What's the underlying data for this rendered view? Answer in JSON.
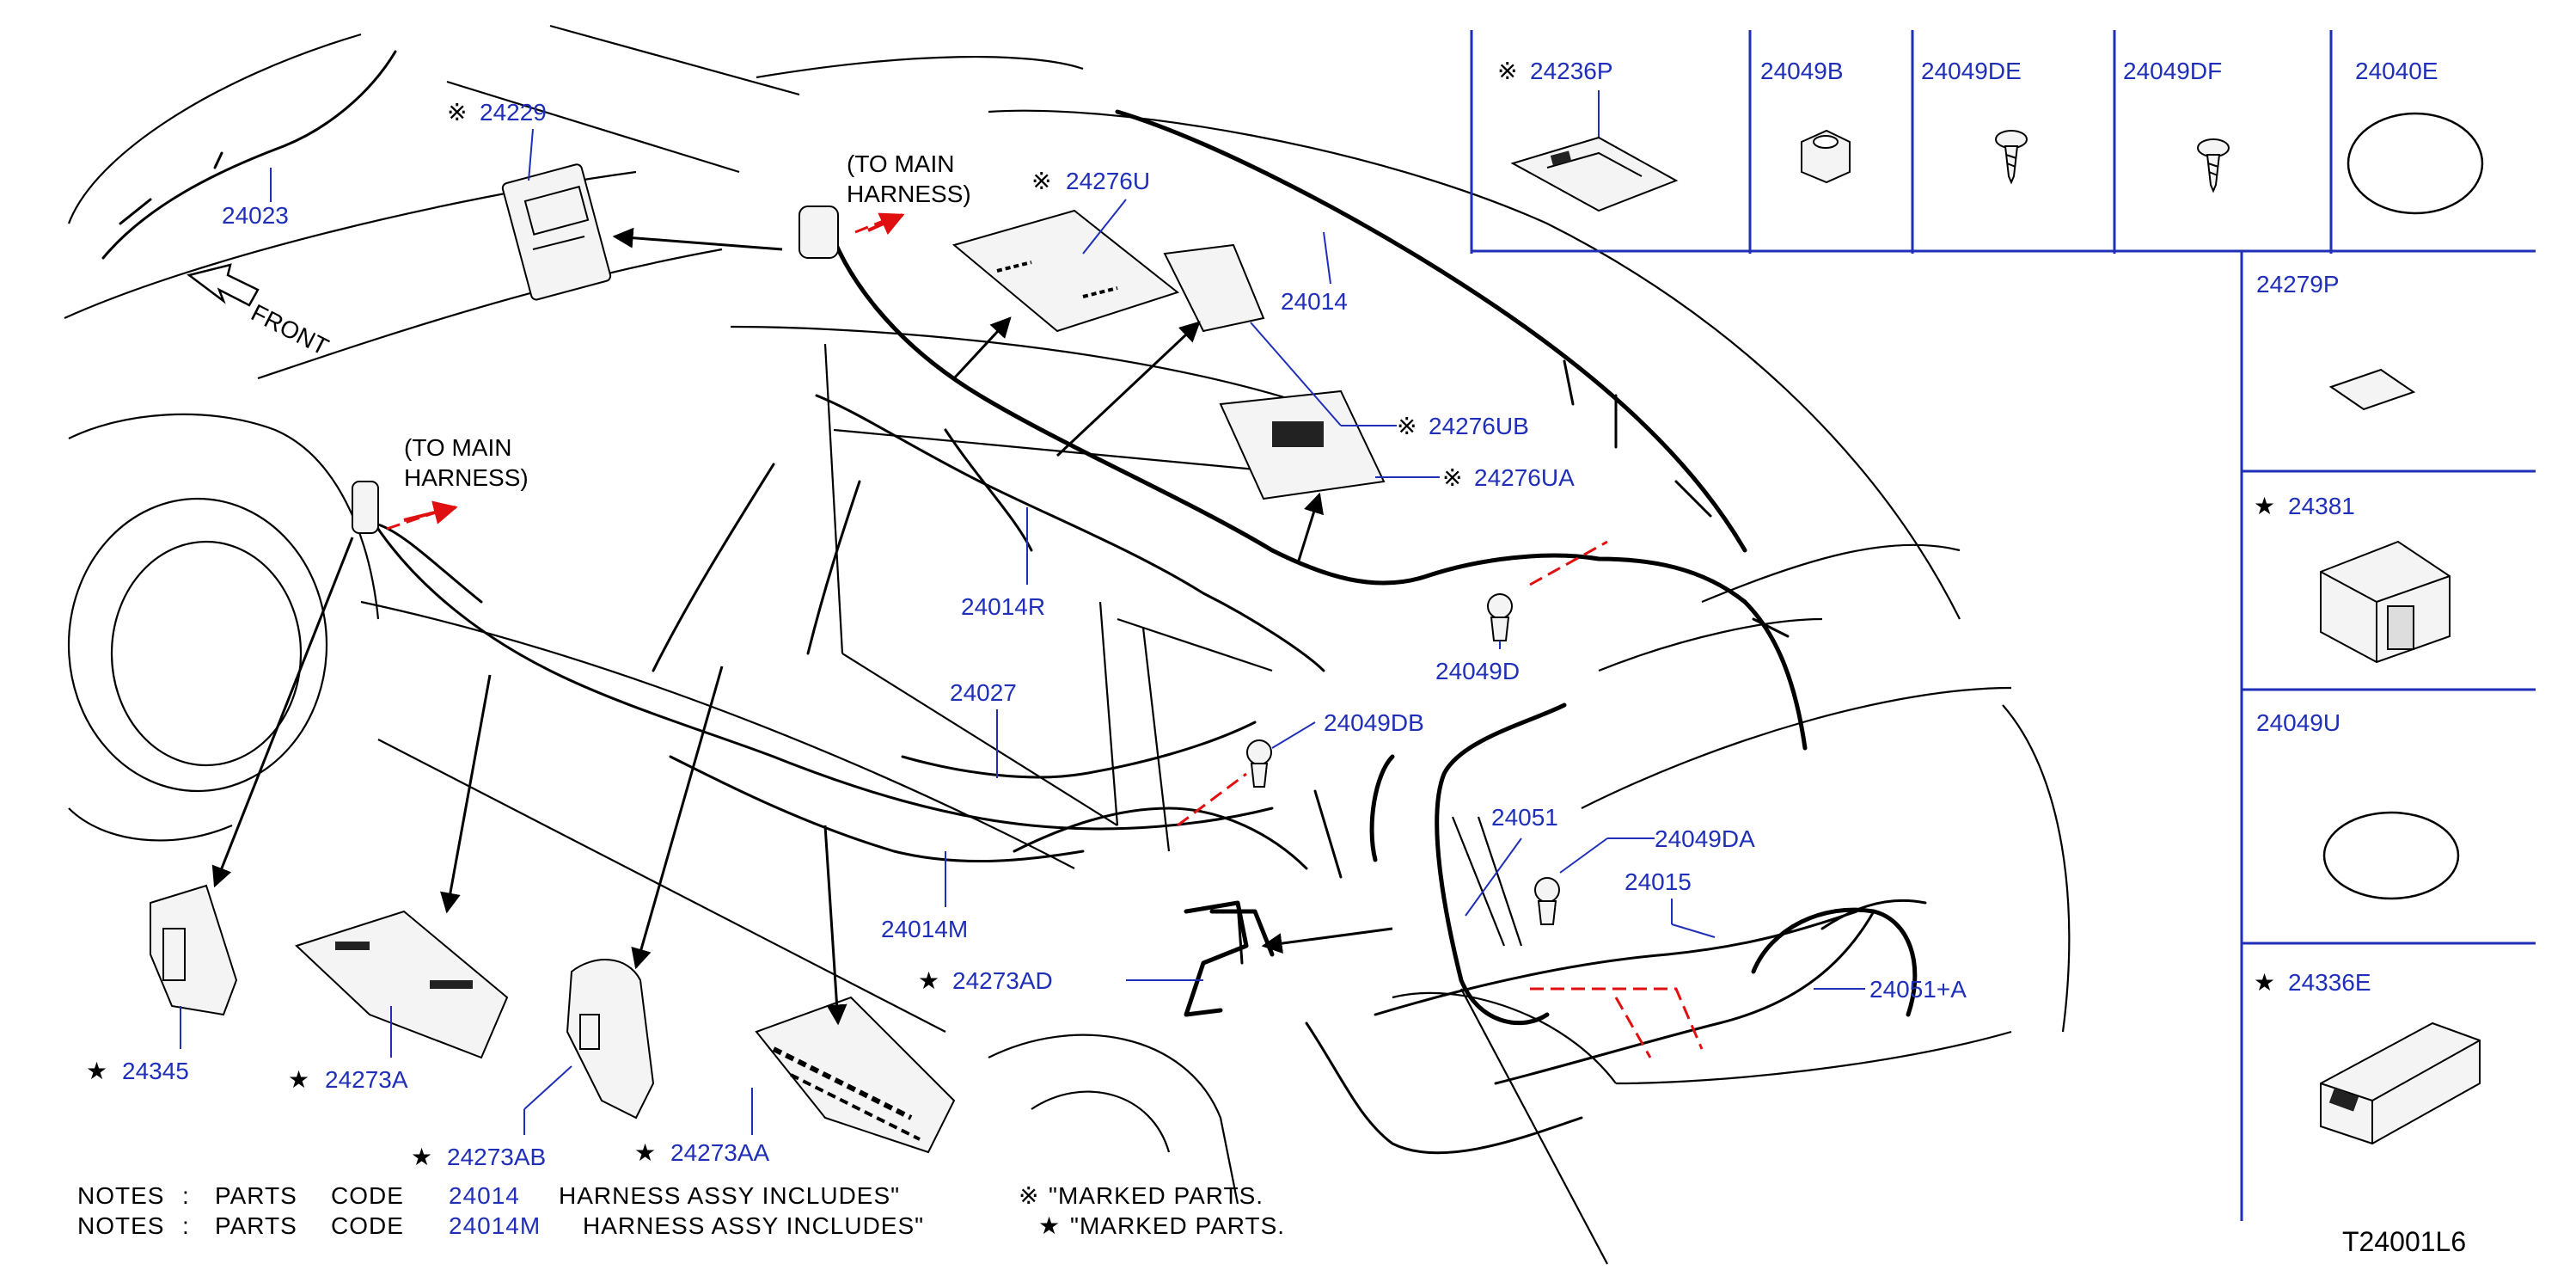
{
  "labels": {
    "l24023": "24023",
    "l24229": "24229",
    "l24276U": "24276U",
    "l24014": "24014",
    "l24276UB": "24276UB",
    "l24276UA": "24276UA",
    "l24049D": "24049D",
    "l24014R": "24014R",
    "l24027": "24027",
    "l24049DB": "24049DB",
    "l24051": "24051",
    "l24049DA": "24049DA",
    "l24015": "24015",
    "l24051A": "24051+A",
    "l24014M": "24014M",
    "l24273AD": "24273AD",
    "l24345": "24345",
    "l24273A": "24273A",
    "l24273AB": "24273AB",
    "l24273AA": "24273AA"
  },
  "callouts": {
    "to_main_1_line1": "(TO MAIN",
    "to_main_1_line2": "HARNESS)",
    "to_main_2_line1": "(TO MAIN",
    "to_main_2_line2": "HARNESS)",
    "front": "FRONT"
  },
  "marks": {
    "ref_mark": "※",
    "star_mark": "★"
  },
  "panel": {
    "top_row": [
      {
        "code": "24236P",
        "marked": "ref"
      },
      {
        "code": "24049B",
        "marked": "none"
      },
      {
        "code": "24049DE",
        "marked": "none"
      },
      {
        "code": "24049DF",
        "marked": "none"
      },
      {
        "code": "24040E",
        "marked": "none"
      }
    ],
    "side_col": [
      {
        "code": "24279P",
        "marked": "none"
      },
      {
        "code": "24381",
        "marked": "star"
      },
      {
        "code": "24049U",
        "marked": "none"
      },
      {
        "code": "24336E",
        "marked": "star"
      }
    ]
  },
  "notes": {
    "row1": {
      "notes": "NOTES",
      "colon": ":",
      "parts": "PARTS",
      "code": "CODE",
      "num": "24014",
      "text": "HARNESS  ASSY  INCLUDES\"",
      "marked": "\"MARKED  PARTS."
    },
    "row2": {
      "notes": "NOTES",
      "colon": ":",
      "parts": "PARTS",
      "code": "CODE",
      "num": "24014M",
      "text": "HARNESS  ASSY  INCLUDES\"",
      "marked": "\"MARKED  PARTS."
    }
  },
  "diagram_id": "T24001L6",
  "colors": {
    "label": "#1f2fb8",
    "line": "#000000",
    "connector": "#e01010"
  }
}
